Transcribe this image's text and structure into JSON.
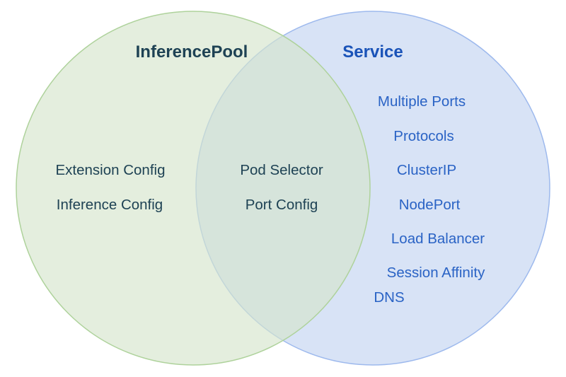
{
  "diagram": {
    "type": "venn",
    "left": {
      "title": "InferencePool",
      "items": [
        "Extension Config",
        "Inference Config"
      ]
    },
    "intersection": {
      "items": [
        "Pod Selector",
        "Port Config"
      ]
    },
    "right": {
      "title": "Service",
      "items": [
        "Multiple Ports",
        "Protocols",
        "ClusterIP",
        "NodePort",
        "Load Balancer",
        "Session Affinity",
        "DNS"
      ]
    }
  },
  "colors": {
    "background": "#ffffff",
    "left_fill": "#d5e5cc",
    "left_stroke": "#aed29b",
    "left_text": "#1e4254",
    "right_fill": "#d8e3f6",
    "right_stroke": "#9db9ed",
    "right_text": "#2a63c5",
    "right_title": "#1a53b8"
  }
}
